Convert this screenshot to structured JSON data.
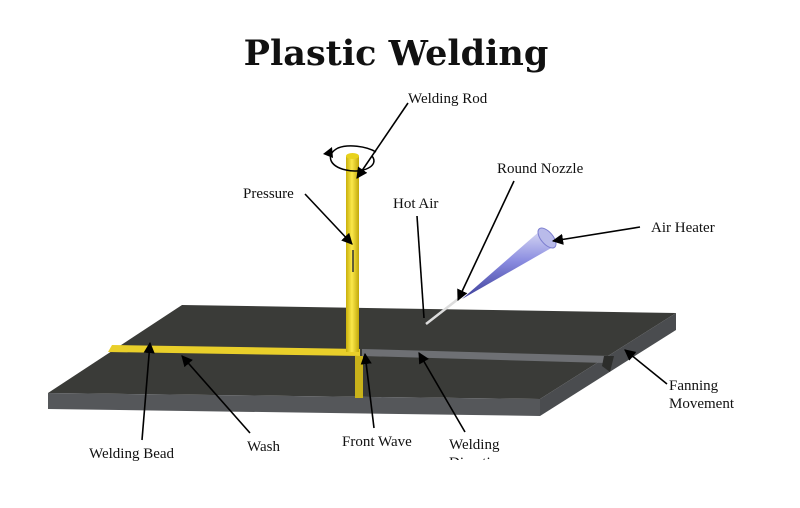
{
  "title": "Plastic Welding",
  "labels": {
    "welding_rod": "Welding Rod",
    "round_nozzle": "Round Nozzle",
    "pressure": "Pressure",
    "hot_air": "Hot Air",
    "air_heater": "Air Heater",
    "fanning_movement": "Fanning\nMovement",
    "welding_bead": "Welding Bead",
    "wash": "Wash",
    "front_wave": "Front Wave",
    "welding_direction": "Welding\nDirection"
  },
  "colors": {
    "plate_top": "#3a3b38",
    "plate_side": "#4b4d4f",
    "rod": "#f2dc1a",
    "bead": "#e9cf2a",
    "groove": "#6e7074",
    "nozzle": "#6d6fc4",
    "arrow": "#000000"
  }
}
